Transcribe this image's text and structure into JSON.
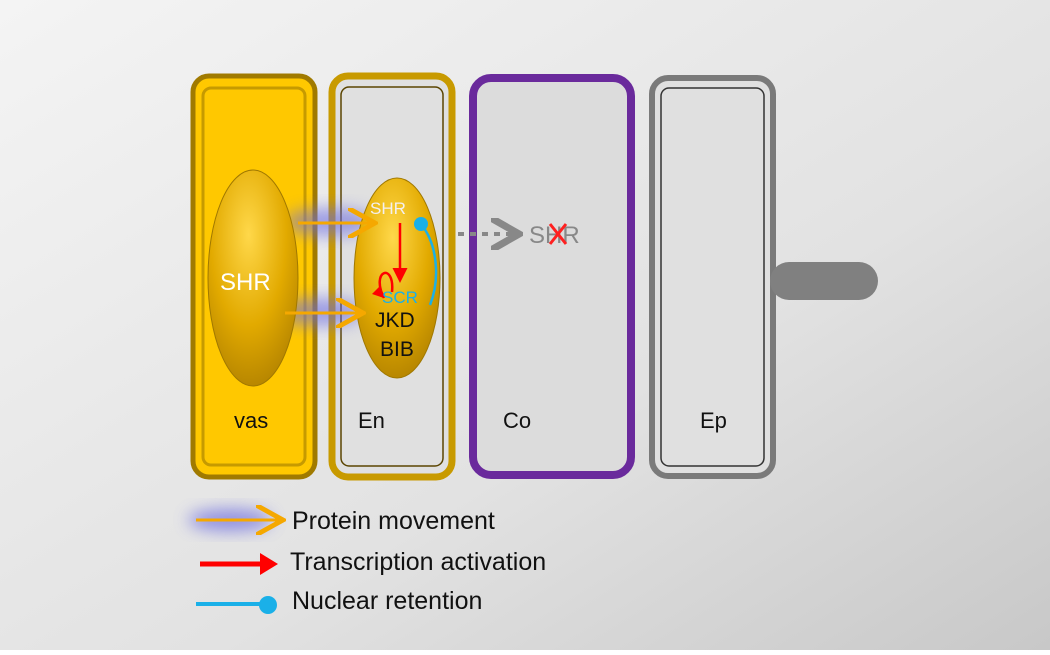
{
  "cells": {
    "vas": "vas",
    "en": "En",
    "co": "Co",
    "ep": "Ep"
  },
  "proteins": {
    "shr_vas": "SHR",
    "shr_en": "SHR",
    "scr": "SCR",
    "jkd": "JKD",
    "bib": "BIB",
    "shr_co_blocked": "SHR"
  },
  "legend": [
    {
      "label": "Protein movement",
      "icon": "protein-movement-arrow",
      "color": "#f5a800"
    },
    {
      "label": "Transcription activation",
      "icon": "activation-arrow",
      "color": "#ff0000"
    },
    {
      "label": "Nuclear retention",
      "icon": "retention-line",
      "color": "#1ab0e8"
    }
  ],
  "colors": {
    "vas_fill": "#ffc800",
    "en_border": "#d4a300",
    "co_border": "#6a2a9c",
    "ep_border": "#808080",
    "nucleus": "#e0aa00"
  }
}
